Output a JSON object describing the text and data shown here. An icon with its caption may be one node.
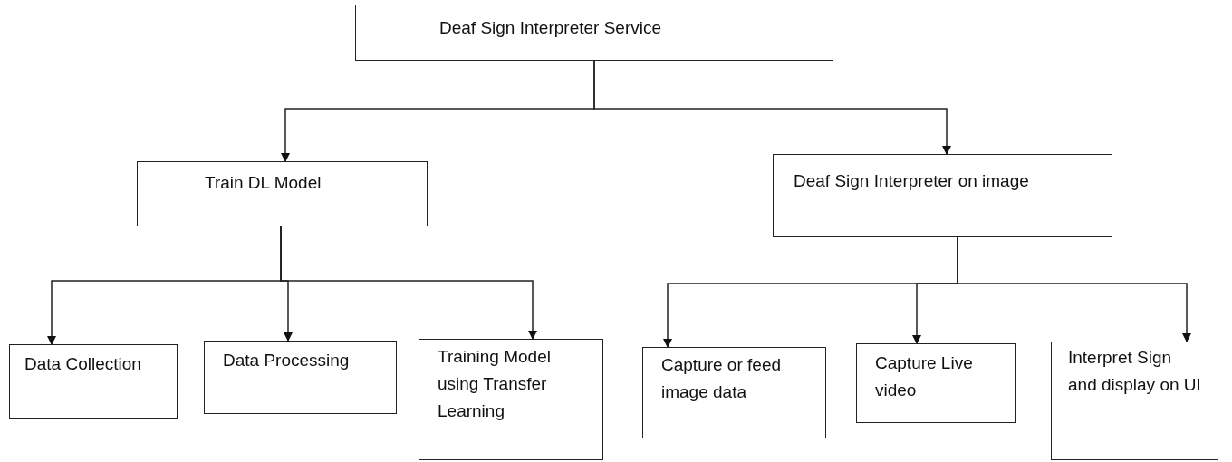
{
  "diagram": {
    "nodes": [
      {
        "text": [
          "Deaf Sign Interpreter Service"
        ]
      },
      {
        "text": [
          "Train DL Model"
        ]
      },
      {
        "text": [
          "Deaf Sign Interpreter on image"
        ]
      },
      {
        "text": [
          "Data Collection"
        ]
      },
      {
        "text": [
          "Data Processing"
        ]
      },
      {
        "text": [
          "Training Model using Transfer Learning"
        ]
      },
      {
        "text": [
          "Capture or feed image data"
        ]
      },
      {
        "text": [
          "Capture Live video"
        ]
      },
      {
        "text": [
          "Interpret Sign and display on UI"
        ]
      }
    ],
    "edges": [
      {
        "from": 0,
        "to": 1,
        "arrow": "to"
      },
      {
        "from": 0,
        "to": 2,
        "arrow": "to"
      },
      {
        "from": 1,
        "to": 3,
        "arrow": "to"
      },
      {
        "from": 1,
        "to": 4,
        "arrow": "to"
      },
      {
        "from": 1,
        "to": 5,
        "arrow": "to"
      },
      {
        "from": 2,
        "to": 6,
        "arrow": "to"
      },
      {
        "from": 2,
        "to": 7,
        "arrow": "to"
      },
      {
        "from": 2,
        "to": 8,
        "arrow": "to"
      }
    ]
  }
}
